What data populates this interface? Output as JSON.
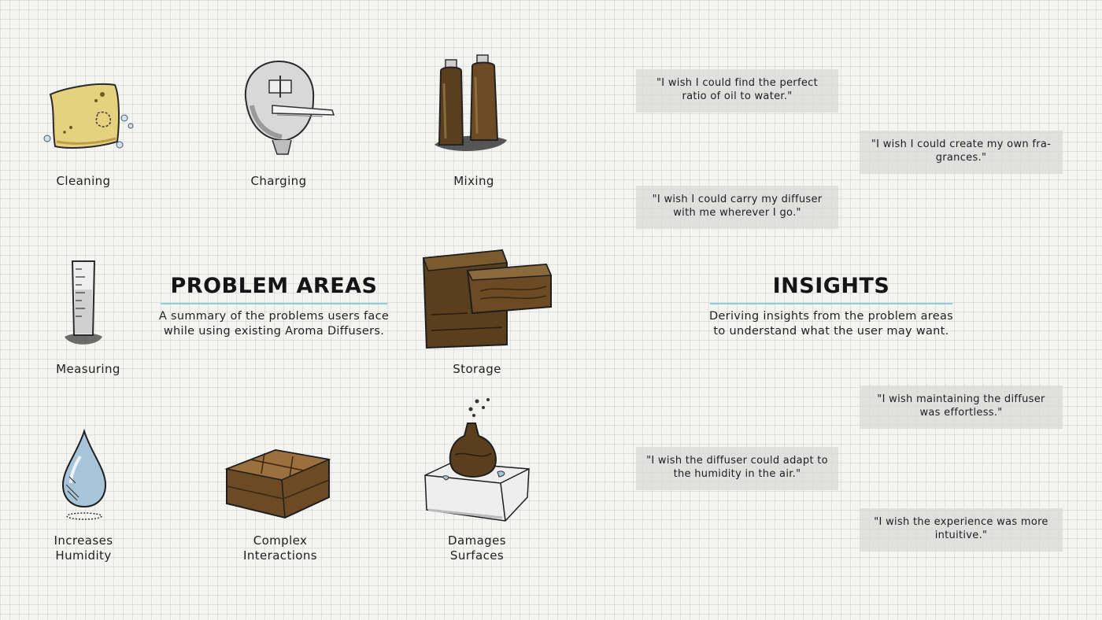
{
  "problem_areas": {
    "title": "PROBLEM AREAS",
    "subtitle": "A summary of the problems users face while using existing Aroma Diffusers.",
    "items": [
      {
        "label": "Cleaning",
        "icon": "cleaning-sponge-icon"
      },
      {
        "label": "Charging",
        "icon": "charging-plug-icon"
      },
      {
        "label": "Mixing",
        "icon": "mixing-bottles-icon"
      },
      {
        "label": "Measuring",
        "icon": "measuring-cylinder-icon"
      },
      {
        "label": "Storage",
        "icon": "storage-drawer-icon"
      },
      {
        "label": "Increases Humidity",
        "icon": "humidity-drop-icon"
      },
      {
        "label": "Complex Interactions",
        "icon": "push-buttons-icon"
      },
      {
        "label": "Damages Surfaces",
        "icon": "damaged-surface-icon"
      }
    ]
  },
  "insights": {
    "title": "INSIGHTS",
    "subtitle": "Deriving insights from the problem areas to understand what the user may want.",
    "quotes": [
      "\"I wish I could find the perfect ratio of oil to water.\"",
      "\"I wish I could create my own fra-grances.\"",
      "\"I wish I could carry my diffuser with me wherever I go.\"",
      "\"I wish maintaining the diffuser was effortless.\"",
      "\"I wish the diffuser could adapt to the humidity in the air.\"",
      "\"I wish the experience was more intuitive.\""
    ]
  },
  "colors": {
    "accent_rule": "#8fcfd9",
    "quote_box": "#dadada",
    "sponge": "#e6d17e",
    "wood": "#6b4a24",
    "bottle": "#5a3f1f",
    "drop": "#a8c4d8"
  }
}
